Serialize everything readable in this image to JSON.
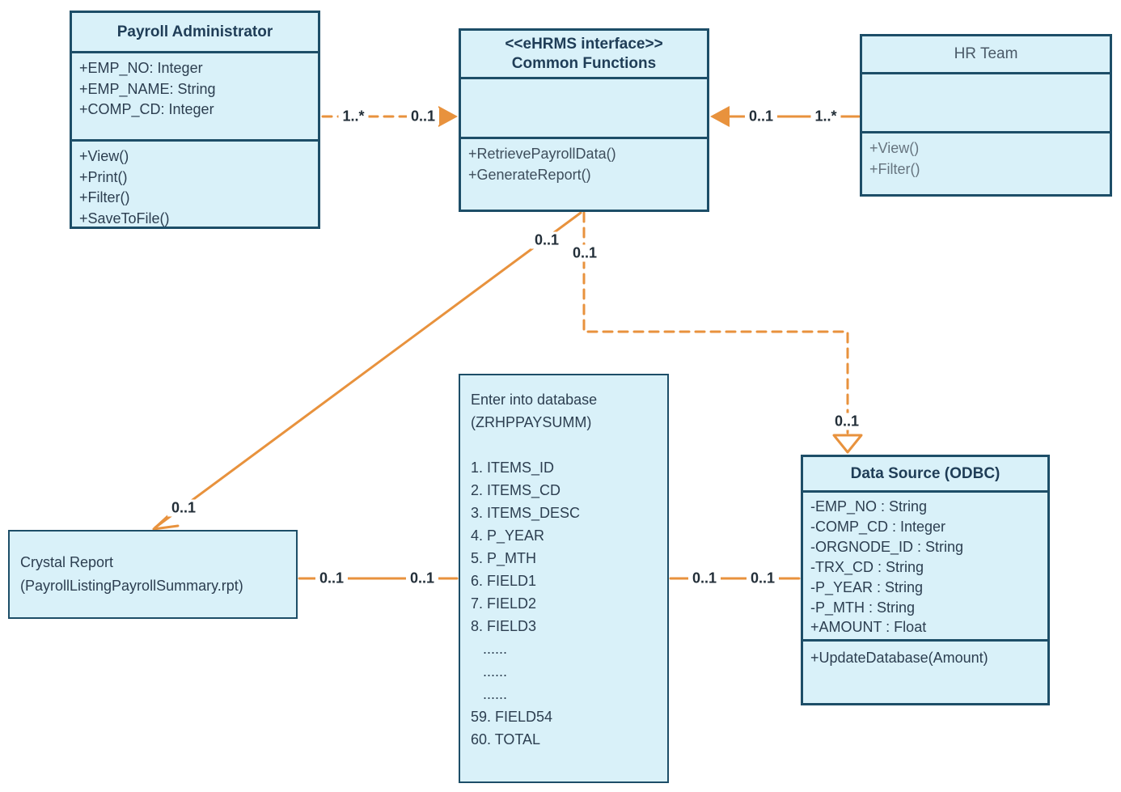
{
  "colors": {
    "accent_orange": "#E8923D",
    "box_fill": "#D9F1F9",
    "box_border": "#1D4E68",
    "dark_text": "#2C3E50",
    "gray_text": "#66747F"
  },
  "classes": {
    "payroll_admin": {
      "title": "Payroll Administrator",
      "attributes": [
        "+EMP_NO: Integer",
        "+EMP_NAME: String",
        "+COMP_CD: Integer"
      ],
      "methods": [
        "+View()",
        "+Print()",
        "+Filter()",
        "+SaveToFile()"
      ]
    },
    "common_functions": {
      "stereotype": "<<eHRMS interface>>",
      "title": "Common Functions",
      "attributes": [],
      "methods": [
        "+RetrievePayrollData()",
        "+GenerateReport()"
      ]
    },
    "hr_team": {
      "title": "HR Team",
      "attributes": [],
      "methods": [
        "+View()",
        "+Filter()"
      ]
    },
    "data_source": {
      "title": "Data Source (ODBC)",
      "attributes": [
        "-EMP_NO : String",
        "-COMP_CD : Integer",
        "-ORGNODE_ID : String",
        "-TRX_CD : String",
        "-P_YEAR : String",
        "-P_MTH : String",
        "+AMOUNT : Float"
      ],
      "methods": [
        "+UpdateDatabase(Amount)"
      ]
    }
  },
  "notes": {
    "crystal_report": {
      "lines": [
        "Crystal Report",
        "(PayrollListingPayrollSummary.rpt)"
      ]
    },
    "enter_database": {
      "lines": [
        "Enter into database",
        "(ZRHPPAYSUMM)",
        "",
        "1. ITEMS_ID",
        "2. ITEMS_CD",
        "3. ITEMS_DESC",
        "4. P_YEAR",
        "5. P_MTH",
        "6. FIELD1",
        "7. FIELD2",
        "8. FIELD3",
        "   ......",
        "   ......",
        "   ......",
        "59. FIELD54",
        "60. TOTAL"
      ]
    }
  },
  "connections": {
    "pa_to_cf": {
      "style": "dashed, filled arrow into Common Functions",
      "from_label": "1..*",
      "to_label": "0..1"
    },
    "hr_to_cf": {
      "style": "solid, filled arrow into Common Functions",
      "from_label": "1..*",
      "to_label": "0..1"
    },
    "cf_to_crystal": {
      "style": "solid, open arrow into Crystal Report",
      "from_label": "0..1",
      "to_label": "0..1"
    },
    "cf_to_datasource": {
      "style": "dashed elbow, hollow triangle into Data Source",
      "from_label": "0..1",
      "to_label": "0..1"
    },
    "crystal_to_enterdb": {
      "style": "solid",
      "left_label": "0..1",
      "right_label": "0..1"
    },
    "enterdb_to_datasource": {
      "style": "solid",
      "left_label": "0..1",
      "right_label": "0..1"
    }
  }
}
